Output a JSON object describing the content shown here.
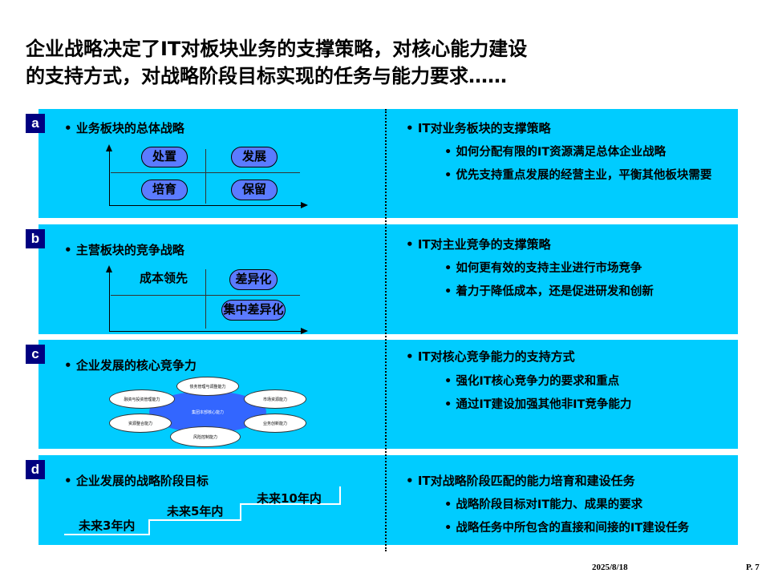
{
  "title": {
    "line1": "企业战略决定了IT对板块业务的支撑策略，对核心能力建设",
    "line2": "的支持方式，对战略阶段目标实现的任务与能力要求……"
  },
  "sections": [
    {
      "badge": "a",
      "left_heading": "业务板块的总体战略",
      "quadrants": [
        "处置",
        "发展",
        "培育",
        "保留"
      ],
      "right_heading": "IT对业务板块的支撑策略",
      "right_items": [
        "如何分配有限的IT资源满足总体企业战略",
        "优先支持重点发展的经营主业，平衡其他板块需要"
      ]
    },
    {
      "badge": "b",
      "left_heading": "主营板块的竞争战略",
      "quadrants": [
        "成本领先",
        "差异化",
        "集中差异化"
      ],
      "right_heading": "IT对主业竞争的支撑策略",
      "right_items": [
        "如何更有效的支持主业进行市场竞争",
        "着力于降低成本，还是促进研发和创新"
      ]
    },
    {
      "badge": "c",
      "left_heading": "企业发展的核心竞争力",
      "diagram": {
        "center": "集团本部核心能力",
        "nodes": [
          "债务管理与调整能力",
          "市场资源能力",
          "业务创新能力",
          "风险控制能力",
          "资源整合能力",
          "融资与投资管理能力"
        ]
      },
      "right_heading": "IT对核心竞争能力的支持方式",
      "right_items": [
        "强化IT核心竞争力的要求和重点",
        "通过IT建设加强其他非IT竞争能力"
      ]
    },
    {
      "badge": "d",
      "left_heading": "企业发展的战略阶段目标",
      "stages": [
        "未来3年内",
        "未来5年内",
        "未来10年内"
      ],
      "right_heading": "IT对战略阶段匹配的能力培育和建设任务",
      "right_items": [
        "战略阶段目标对IT能力、成果的要求",
        "战略任务中所包含的直接和间接的IT建设任务"
      ]
    }
  ],
  "footer": {
    "date": "2025/8/18",
    "page": "P. 7"
  },
  "colors": {
    "panel": "#00ccff",
    "badge": "#000080",
    "pill": "#5b7bff",
    "center_oval": "#3366ff"
  }
}
